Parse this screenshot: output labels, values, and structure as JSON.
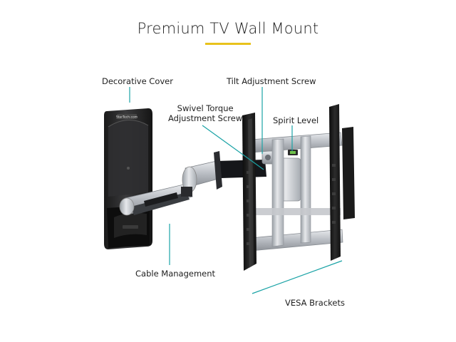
{
  "title": "Premium TV Wall Mount",
  "accent_color": "#e8c21c",
  "leader_color": "#1aa3a6",
  "logo_text": "StarTech.com",
  "labels": {
    "decorative_cover": "Decorative Cover",
    "tilt_screw": "Tilt Adjustment Screw",
    "swivel_line1": "Swivel Torque",
    "swivel_line2": "Adjustment Screw",
    "spirit_level": "Spirit Level",
    "cable_management": "Cable Management",
    "vesa_brackets": "VESA Brackets"
  }
}
